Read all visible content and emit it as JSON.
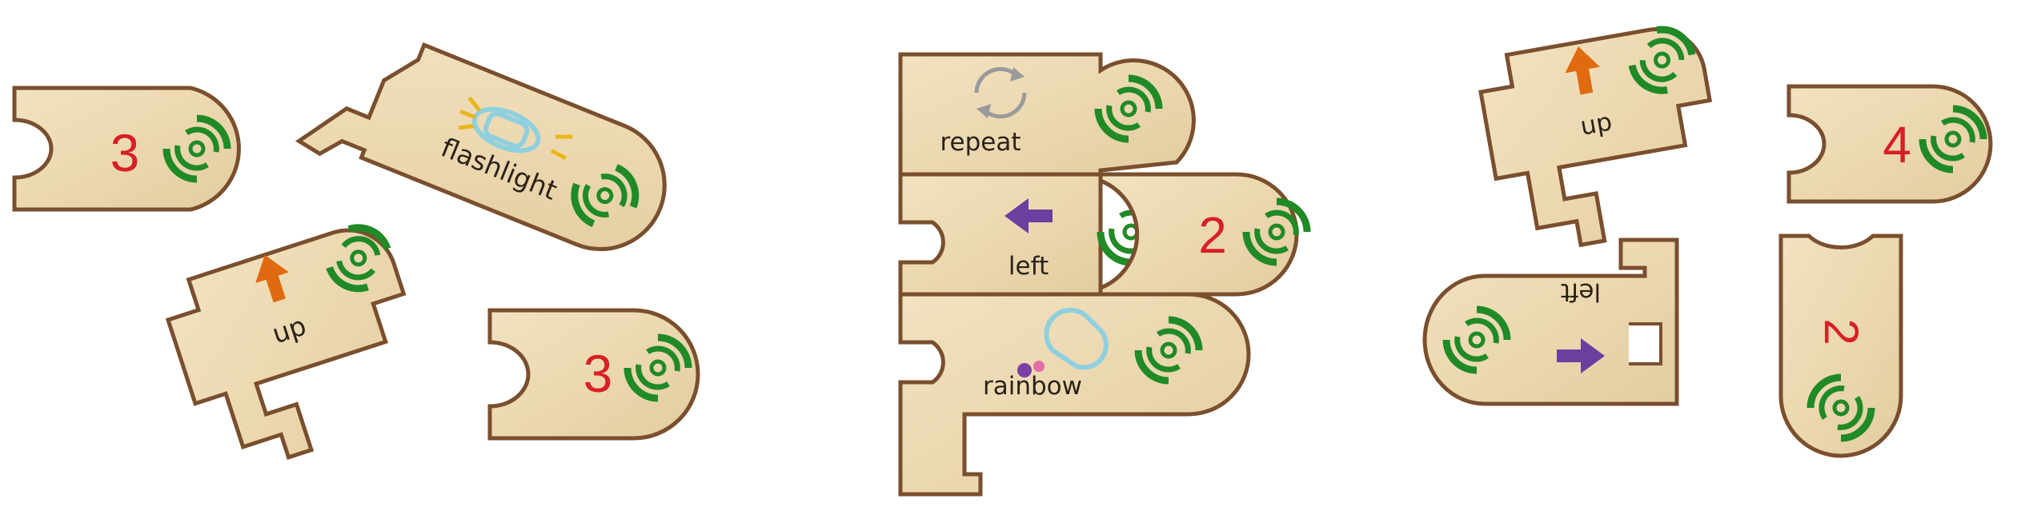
{
  "colors": {
    "wood": "#ecd9b3",
    "wood_edge": "#7a4f2e",
    "sensor_green": "#1f8a26",
    "number_red": "#d81f26",
    "arrow_orange": "#e06a10",
    "arrow_purple": "#6b3fa0",
    "text_dark": "#2b2218",
    "repeat_gray": "#9a9a9a",
    "icon_cyan": "#8fd0df"
  },
  "icons": {
    "sensor": "sensor-target-icon",
    "repeat": "repeat-cycle-icon",
    "flashlight": "flashlight-icon",
    "rainbow": "rainbow-icon",
    "arrow_up": "arrow-up-icon",
    "arrow_left": "arrow-left-icon"
  },
  "pieces": {
    "loose_three_top": {
      "label": "3"
    },
    "loose_flashlight": {
      "label": "flashlight"
    },
    "loose_up_left": {
      "label": "up"
    },
    "loose_three_bottom": {
      "label": "3"
    },
    "program_repeat": {
      "label": "repeat"
    },
    "program_left": {
      "label": "left"
    },
    "program_two": {
      "label": "2"
    },
    "program_rainbow": {
      "label": "rainbow"
    },
    "loose_up_right": {
      "label": "up"
    },
    "loose_four": {
      "label": "4"
    },
    "loose_left_flipped": {
      "label": "left"
    },
    "loose_two_vertical": {
      "label": "2"
    }
  }
}
